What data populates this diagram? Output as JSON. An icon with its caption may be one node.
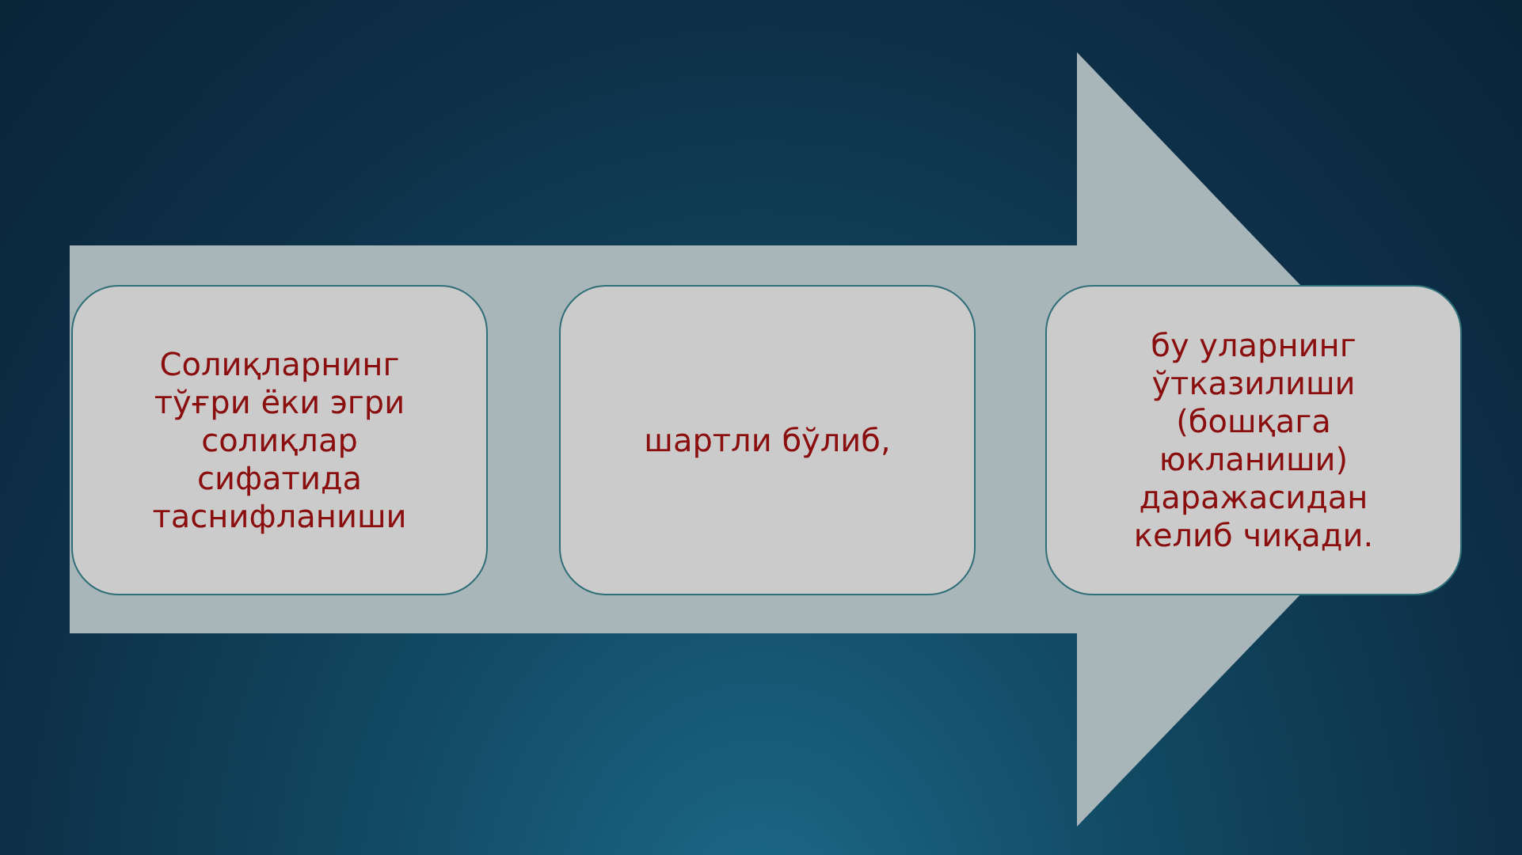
{
  "diagram": {
    "nodes": [
      {
        "text": [
          "Солиқларнинг тўғри ёки эгри солиқлар сифатида таснифланиши"
        ]
      },
      {
        "text": [
          "шартли бўлиб,"
        ]
      },
      {
        "text": [
          "бу уларнинг ўтказилиши (бошқага юкланиши) даражасидан келиб чиқади."
        ]
      }
    ],
    "edges": [
      {
        "from": 0,
        "to": 2,
        "arrow": "to"
      }
    ]
  }
}
